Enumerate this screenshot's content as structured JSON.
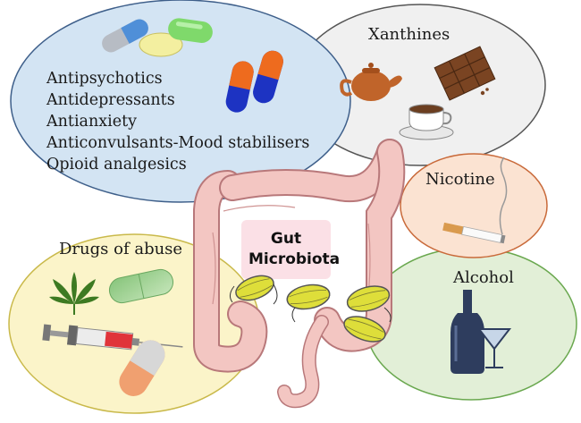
{
  "diagram": {
    "center": {
      "line1": "Gut",
      "line2": "Microbiota"
    },
    "groups": {
      "psychotropics": {
        "items": [
          "Antipsychotics",
          "Antidepressants",
          "Antianxiety",
          "Anticonvulsants-Mood stabilisers",
          "Opioid analgesics"
        ],
        "color": "#d3e4f3"
      },
      "xanthines": {
        "label": "Xanthines",
        "color": "#f0f0f0"
      },
      "nicotine": {
        "label": "Nicotine",
        "color": "#fbe3d2"
      },
      "alcohol": {
        "label": "Alcohol",
        "color": "#e2efd7"
      },
      "drugs_of_abuse": {
        "label": "Drugs of abuse",
        "color": "#fbf4c9"
      }
    },
    "icons": [
      "pills-icon",
      "capsule-icon",
      "teapot-icon",
      "chocolate-icon",
      "coffee-cup-icon",
      "cigarette-icon",
      "wine-bottle-icon",
      "cocktail-glass-icon",
      "cannabis-leaf-icon",
      "syringe-icon",
      "colon-icon",
      "bacteria-icon"
    ]
  }
}
